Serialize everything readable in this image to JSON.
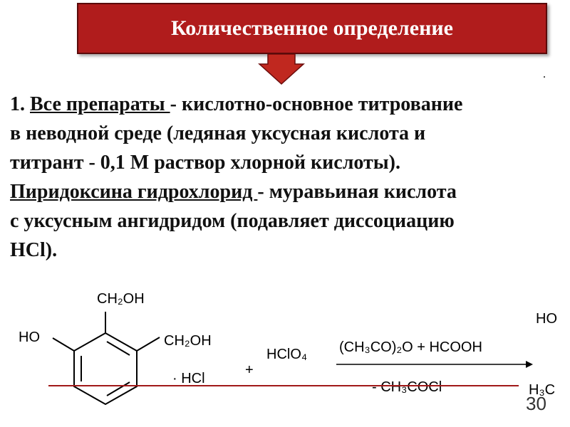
{
  "header": {
    "title": "Количественное определение",
    "color": "#b01c1c"
  },
  "corner_mark": ".",
  "paragraph": {
    "item1_number": "1. ",
    "item1_term": "Все препараты ",
    "item1_sep": "- ",
    "item1_line1_rest": "кислотно-основное титрование",
    "item1_line2": "в неводной среде (ледяная уксусная кислота и",
    "item1_line3": "титрант - 0,1 М раствор хлорной кислоты).",
    "item2_term": "Пиридоксина гидрохлорид ",
    "item2_sep": "- ",
    "item2_line1_rest": "муравьиная кислота",
    "item2_line2": "с уксусным ангидридом (подавляет диссоциацию",
    "item2_line3": "HCl)."
  },
  "reaction": {
    "sub_top_ch2oh": "CH₂OH",
    "sub_ho": "HO",
    "sub_right_ch2oh": "CH₂OH",
    "salt": "· HCl",
    "plus": "+",
    "reagent": "HClO₄",
    "conditions_top": "(CH₃CO)₂O + HCOOH",
    "conditions_bottom": "- CH₃COCl",
    "product_ho": "HO",
    "product_h3c": "H₃C",
    "line_color": "#a01818"
  },
  "footer": {
    "page_number": "30"
  }
}
